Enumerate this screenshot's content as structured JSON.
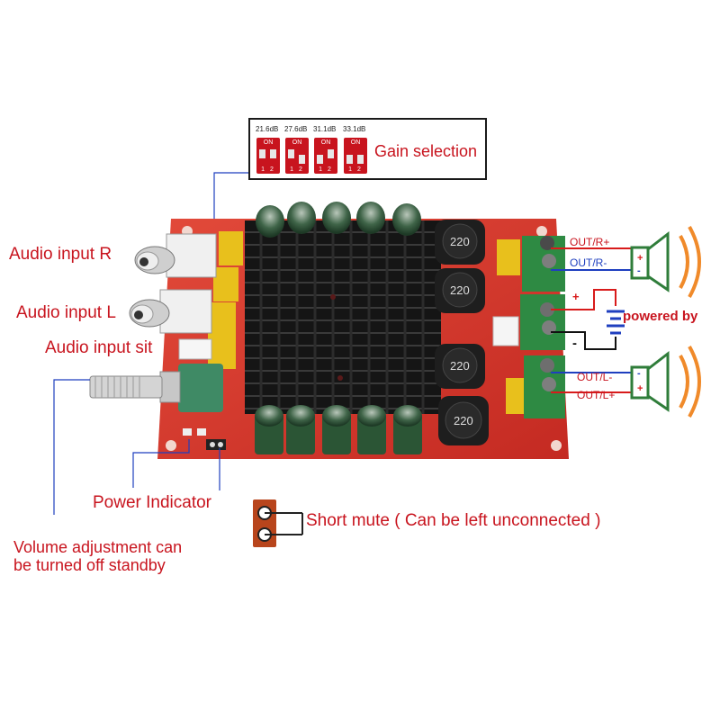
{
  "gain": {
    "options": [
      {
        "db": "21.6dB",
        "on": "ON",
        "nums": "1 2"
      },
      {
        "db": "27.6dB",
        "on": "ON",
        "nums": "1 2"
      },
      {
        "db": "31.1dB",
        "on": "ON",
        "nums": "1 2"
      },
      {
        "db": "33.1dB",
        "on": "ON",
        "nums": "1 2"
      }
    ],
    "label": "Gain selection"
  },
  "labels": {
    "audio_input_r": "Audio input R",
    "audio_input_l": "Audio input L",
    "audio_input_sit": "Audio input sit",
    "power_indicator": "Power Indicator",
    "short_mute": "Short mute ( Can be left unconnected )",
    "volume_line1": "Volume adjustment can",
    "volume_line2": "be turned off standby",
    "out_r_plus": "OUT/R+",
    "out_r_minus": "OUT/R-",
    "out_l_minus": "OUT/L-",
    "out_l_plus": "OUT/L+",
    "powered_by": "powered by",
    "plus": "+",
    "minus": "-"
  },
  "inductors": [
    "220",
    "220",
    "220",
    "220"
  ],
  "colors": {
    "label_red": "#c8141e",
    "pcb": "#d9342b",
    "heatsink": "#141414",
    "wire_blue": "#1f3fbf",
    "wire_red": "#d81b1b",
    "speaker_green": "#2f7d3a"
  }
}
